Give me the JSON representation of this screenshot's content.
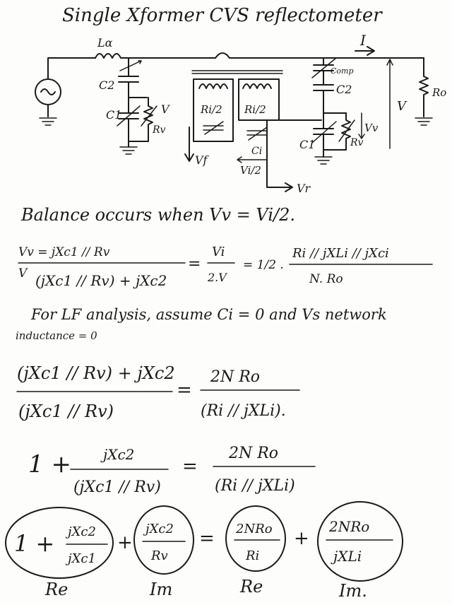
{
  "title": "Single Xformer CVS reflectometer",
  "circuit": {
    "labels": {
      "inductor": "Lα",
      "current": "I",
      "c2_left": "C2",
      "c1_left": "C1",
      "v_left": "V",
      "rv_left": "Rv",
      "ri_half_1": "Ri/2",
      "ri_half_2": "Ri/2",
      "ci": "Ci",
      "vf": "Vf",
      "vi_half": "Vi/2",
      "vr": "Vr",
      "comp": "Comp",
      "c2_right": "C2",
      "c1_right": "C1",
      "vv_right": "Vv",
      "rv_right": "Rv",
      "v_load": "V",
      "ro": "Ro"
    }
  },
  "notes": {
    "balance": "Balance occurs when   Vv = Vi/2.",
    "eq1": {
      "lhs_num": "Vv = jXc1 // Rv",
      "lhs_den_v": "V",
      "lhs_den": "(jXc1 // Rv) + jXc2",
      "mid_num": "Vi",
      "mid_den": "2.V",
      "rhs_prefix": "= 1/2 .",
      "rhs_num": "Ri // jXLi // jXci",
      "rhs_den": "N. Ro"
    },
    "lf_note_1": "For LF analysis, assume Ci = 0 and Vs network",
    "lf_note_2": "inductance = 0",
    "eq2": {
      "num": "(jXc1 // Rv) + jXc2",
      "den": "(jXc1 // Rv)",
      "rhs_num": "2N  Ro",
      "rhs_den": "(Ri // jXLi)."
    },
    "eq3": {
      "one": "1 +",
      "num": "jXc2",
      "den": "(jXc1 // Rv)",
      "rhs_num": "2N Ro",
      "rhs_den": "(Ri // jXLi)"
    },
    "eq4": {
      "t1_one": "1 +",
      "t1_num": "jXc2",
      "t1_den": "jXc1",
      "t2_num": "jXc2",
      "t2_den": "Rv",
      "t3_num": "2NRo",
      "t3_den": "Ri",
      "t4_num": "2NRo",
      "t4_den": "jXLi",
      "lab_re_1": "Re",
      "lab_im_1": "Im",
      "lab_re_2": "Re",
      "lab_im_2": "Im."
    },
    "eq_sign": "=",
    "plus": "+"
  }
}
